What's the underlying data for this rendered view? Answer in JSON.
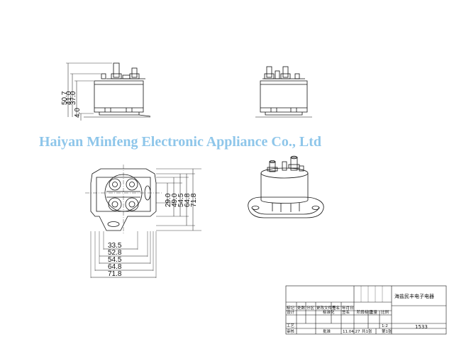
{
  "watermark": "Haiyan Minfeng Electronic Appliance Co., Ltd",
  "front_view": {
    "dims": [
      "50.7",
      "41.0",
      "37.0",
      "4.0"
    ]
  },
  "top_view": {
    "dims_vertical": [
      "29.0",
      "49.0",
      "54.5",
      "64.8",
      "71.8"
    ],
    "dims_horizontal": [
      "33.5",
      "52.8",
      "54.5",
      "64.8",
      "71.8"
    ]
  },
  "title_block": {
    "company": "海盐民丰电子电器",
    "drawing_number": "1533",
    "scale_label": "比例",
    "scale_value": "1:2",
    "date": "11.04.27",
    "sheets_total": "共1张",
    "sheet_no": "第1张",
    "weight_label": "重量",
    "stage_label": "阶段标记",
    "row_headers": [
      "标记",
      "处数",
      "分区",
      "更改文件号",
      "签名",
      "年月日"
    ],
    "design_label": "设计",
    "standard_label": "标准化",
    "sign_label": "签名",
    "process_label": "工艺",
    "approve_label": "批准",
    "check_label": "审核"
  },
  "colors": {
    "watermark": "#8ec6ea",
    "line": "#111111"
  }
}
